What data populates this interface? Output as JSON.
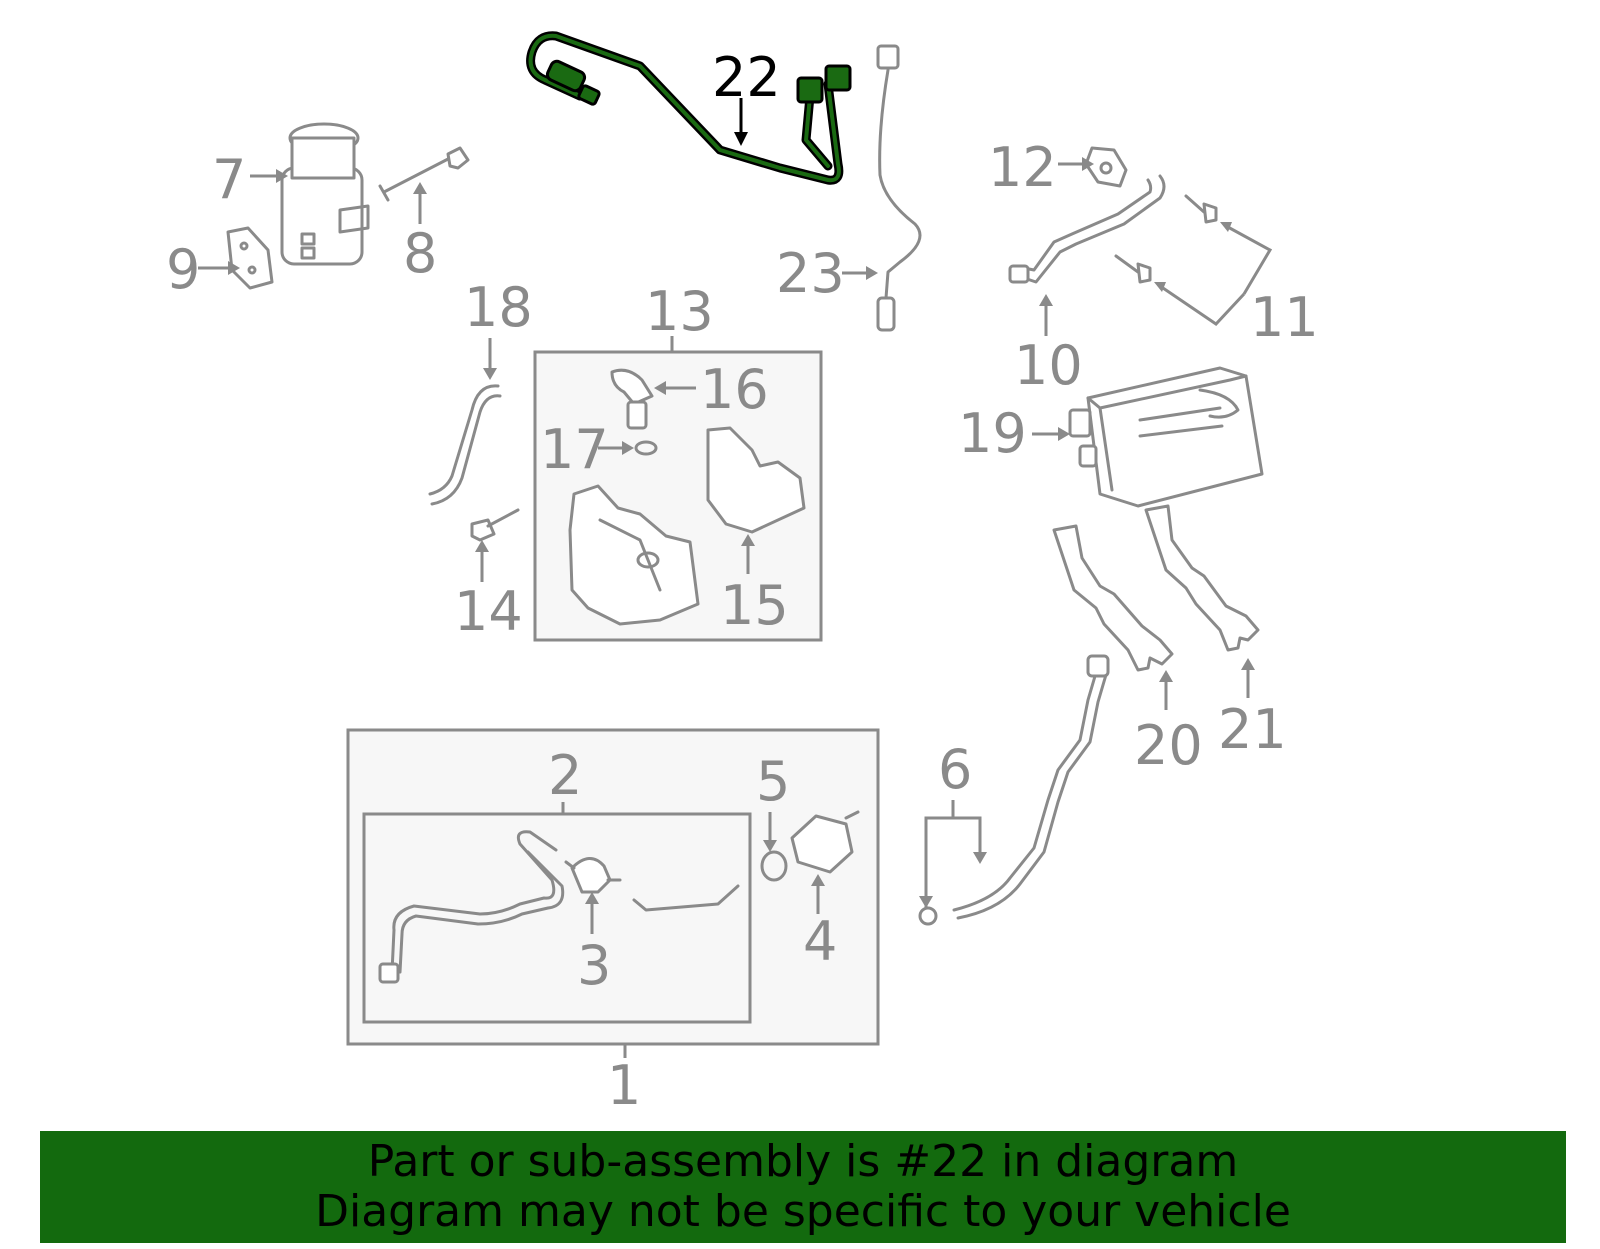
{
  "diagram": {
    "highlight_color": "#136a0e",
    "line_color": "#8a8a8a",
    "callouts": [
      "1",
      "2",
      "3",
      "4",
      "5",
      "6",
      "7",
      "8",
      "9",
      "10",
      "11",
      "12",
      "13",
      "14",
      "15",
      "16",
      "17",
      "18",
      "19",
      "20",
      "21",
      "22",
      "23"
    ],
    "highlighted_callout": "22"
  },
  "banner": {
    "line1": "Part or sub-assembly is #22 in diagram",
    "line2": "Diagram may not be specific to your vehicle"
  }
}
